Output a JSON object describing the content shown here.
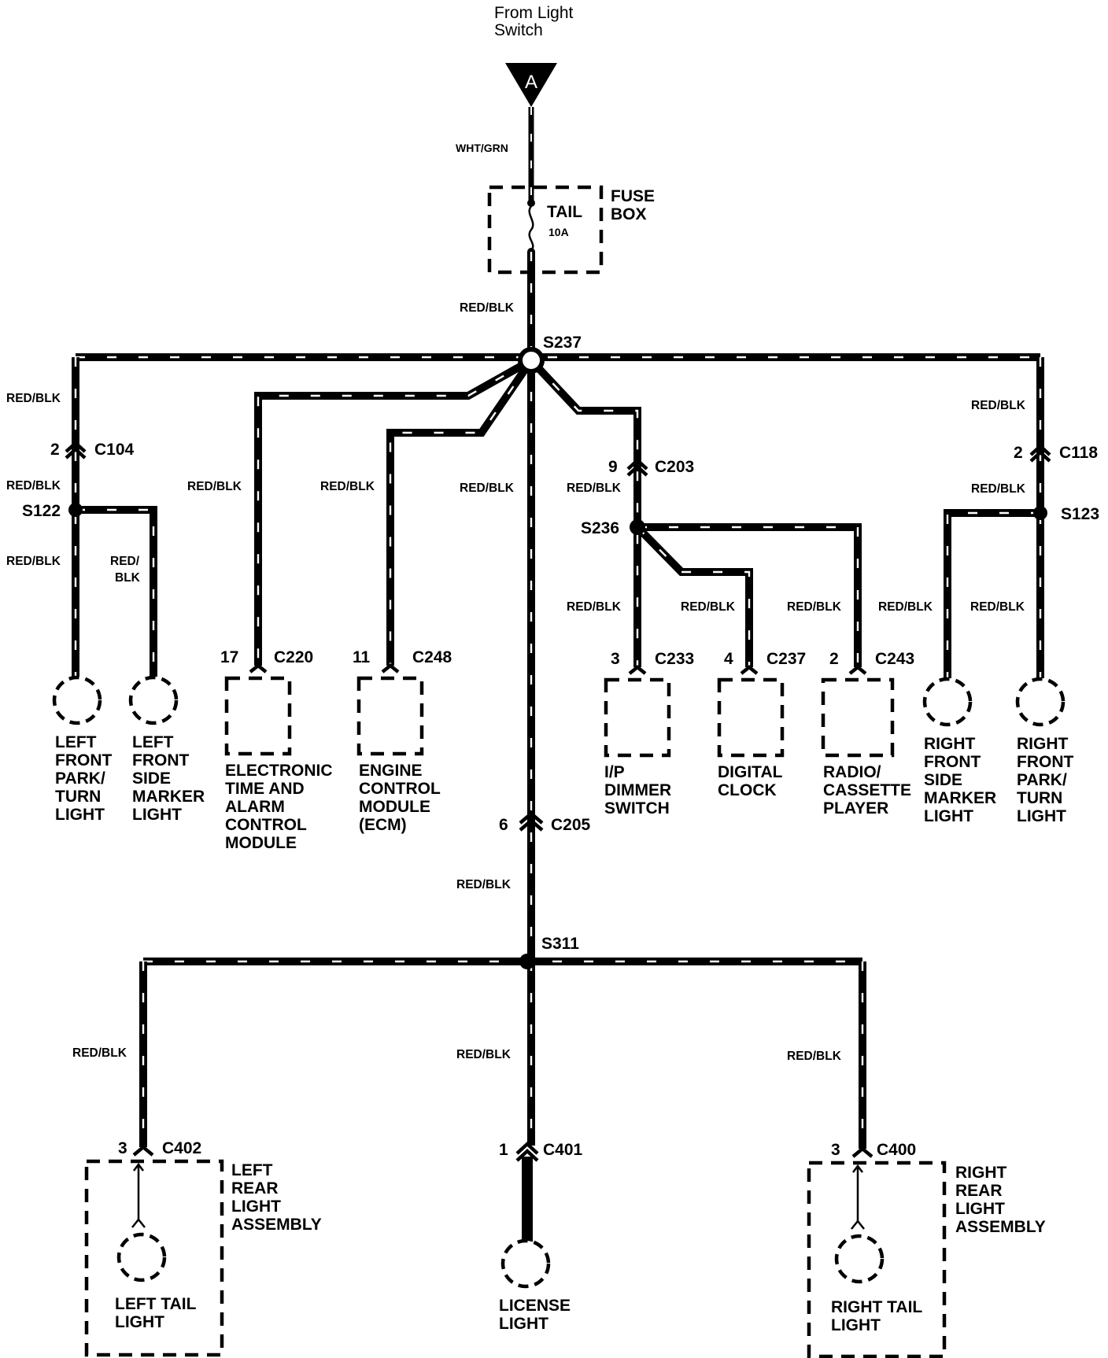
{
  "source": {
    "line1": "From Light",
    "line2": "Switch",
    "connector": "A"
  },
  "wire_colors": {
    "input": "WHT/GRN",
    "main": "RED/BLK",
    "split_line1": "RED/",
    "split_line2": "BLK"
  },
  "fuse": {
    "box_label": [
      "FUSE",
      "BOX"
    ],
    "name": "TAIL",
    "rating": "10A"
  },
  "splices": [
    "S237",
    "S122",
    "S123",
    "S236",
    "S311"
  ],
  "connectors": {
    "c104": {
      "id": "C104",
      "pin": "2"
    },
    "c118": {
      "id": "C118",
      "pin": "2"
    },
    "c203": {
      "id": "C203",
      "pin": "9"
    },
    "c220": {
      "id": "C220",
      "pin": "17"
    },
    "c248": {
      "id": "C248",
      "pin": "11"
    },
    "c233": {
      "id": "C233",
      "pin": "3"
    },
    "c237": {
      "id": "C237",
      "pin": "4"
    },
    "c243": {
      "id": "C243",
      "pin": "2"
    },
    "c205": {
      "id": "C205",
      "pin": "6"
    },
    "c402": {
      "id": "C402",
      "pin": "3"
    },
    "c401": {
      "id": "C401",
      "pin": "1"
    },
    "c400": {
      "id": "C400",
      "pin": "3"
    }
  },
  "components": {
    "lf_park": [
      "LEFT",
      "FRONT",
      "PARK/",
      "TURN",
      "LIGHT"
    ],
    "lf_side": [
      "LEFT",
      "FRONT",
      "SIDE",
      "MARKER",
      "LIGHT"
    ],
    "etacm": [
      "ELECTRONIC",
      "TIME AND",
      "ALARM",
      "CONTROL",
      "MODULE"
    ],
    "ecm": [
      "ENGINE",
      "CONTROL",
      "MODULE",
      "(ECM)"
    ],
    "dimmer": [
      "I/P",
      "DIMMER",
      "SWITCH"
    ],
    "clock": [
      "DIGITAL",
      "CLOCK"
    ],
    "radio": [
      "RADIO/",
      "CASSETTE",
      "PLAYER"
    ],
    "rf_side": [
      "RIGHT",
      "FRONT",
      "SIDE",
      "MARKER",
      "LIGHT"
    ],
    "rf_park": [
      "RIGHT",
      "FRONT",
      "PARK/",
      "TURN",
      "LIGHT"
    ],
    "l_rear_asm": [
      "LEFT",
      "REAR",
      "LIGHT",
      "ASSEMBLY"
    ],
    "l_tail": [
      "LEFT TAIL",
      "LIGHT"
    ],
    "license": [
      "LICENSE",
      "LIGHT"
    ],
    "r_rear_asm": [
      "RIGHT",
      "REAR",
      "LIGHT",
      "ASSEMBLY"
    ],
    "r_tail": [
      "RIGHT TAIL",
      "LIGHT"
    ]
  }
}
